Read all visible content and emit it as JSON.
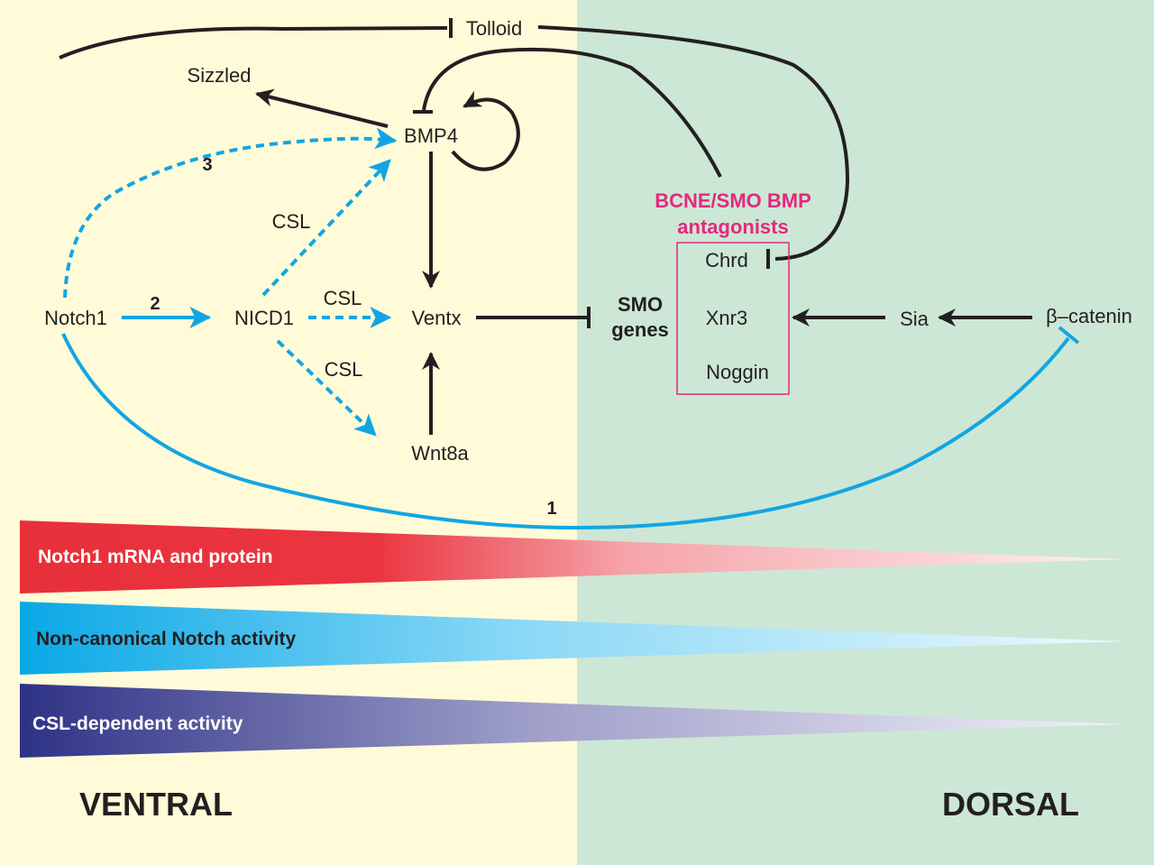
{
  "regions": {
    "ventral": {
      "label": "VENTRAL",
      "color": "#fffbd8"
    },
    "dorsal": {
      "label": "DORSAL",
      "color": "#cce7d5"
    }
  },
  "colors": {
    "dark": "#231f20",
    "blue": "#13a5e3",
    "magenta": "#e5287f"
  },
  "nodes": {
    "tolloid": "Tolloid",
    "sizzled": "Sizzled",
    "bmp4": "BMP4",
    "notch1": "Notch1",
    "nicd1": "NICD1",
    "ventx": "Ventx",
    "wnt8a": "Wnt8a",
    "smo_genes_line1": "SMO",
    "smo_genes_line2": "genes",
    "chrd": "Chrd",
    "xnr3": "Xnr3",
    "noggin": "Noggin",
    "sia": "Sia",
    "beta_catenin": "β–catenin"
  },
  "antagonist_box": {
    "title_line1": "BCNE/SMO BMP",
    "title_line2": "antagonists"
  },
  "edge_labels": {
    "csl_bmp4": "CSL",
    "csl_ventx": "CSL",
    "csl_wnt8a": "CSL",
    "path1": "1",
    "path2": "2",
    "path3": "3"
  },
  "edges": [
    {
      "from": "Sizzled",
      "to": "Tolloid",
      "type": "inhibition",
      "color": "dark"
    },
    {
      "from": "Tolloid",
      "to": "Chrd",
      "type": "inhibition",
      "color": "dark"
    },
    {
      "from": "BCNE/SMO BMP antagonists",
      "to": "BMP4",
      "type": "inhibition",
      "color": "dark"
    },
    {
      "from": "BMP4",
      "to": "Sizzled",
      "type": "activation",
      "color": "dark"
    },
    {
      "from": "BMP4",
      "to": "BMP4",
      "type": "activation",
      "color": "dark"
    },
    {
      "from": "BMP4",
      "to": "Ventx",
      "type": "activation",
      "color": "dark"
    },
    {
      "from": "Wnt8a",
      "to": "Ventx",
      "type": "activation",
      "color": "dark"
    },
    {
      "from": "Ventx",
      "to": "SMO genes",
      "type": "inhibition",
      "color": "dark"
    },
    {
      "from": "Sia",
      "to": "Xnr3",
      "type": "activation",
      "color": "dark"
    },
    {
      "from": "β–catenin",
      "to": "Sia",
      "type": "activation",
      "color": "dark"
    },
    {
      "from": "Notch1",
      "to": "NICD1",
      "type": "activation",
      "style": "solid",
      "color": "blue",
      "label": "2"
    },
    {
      "from": "Notch1",
      "to": "BMP4",
      "type": "activation",
      "style": "dashed",
      "color": "blue",
      "label": "3"
    },
    {
      "from": "Notch1",
      "to": "β–catenin",
      "type": "inhibition",
      "style": "solid",
      "color": "blue",
      "label": "1"
    },
    {
      "from": "NICD1",
      "to": "BMP4",
      "type": "activation",
      "style": "dashed",
      "color": "blue",
      "label": "CSL"
    },
    {
      "from": "NICD1",
      "to": "Ventx",
      "type": "activation",
      "style": "dashed",
      "color": "blue",
      "label": "CSL"
    },
    {
      "from": "NICD1",
      "to": "Wnt8a",
      "type": "activation",
      "style": "dashed",
      "color": "blue",
      "label": "CSL"
    }
  ],
  "gradients": [
    {
      "label": "Notch1 mRNA and protein",
      "start_color": "#e8303a",
      "end_color": "#fde6e8",
      "text_color": "#ffffff"
    },
    {
      "label": "Non-canonical Notch activity",
      "start_color": "#0daae6",
      "end_color": "#e3f4fb",
      "text_color": "#231f20"
    },
    {
      "label": "CSL-dependent activity",
      "start_color": "#2e3285",
      "end_color": "#ecebf5",
      "text_color": "#ffffff"
    }
  ]
}
